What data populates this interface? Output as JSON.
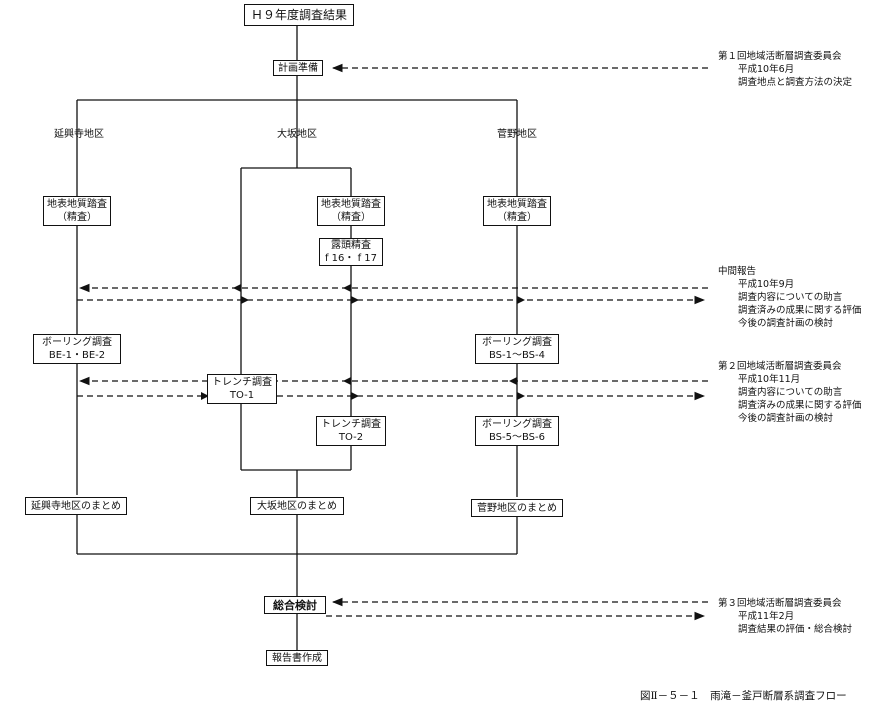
{
  "title": "Ｈ９年度調査結果",
  "nodes": {
    "plan": "計画準備",
    "area_enkoji": "延興寺地区",
    "area_osaka": "大坂地区",
    "area_sugano": "菅野地区",
    "survey_enkoji": [
      "地表地質踏査",
      "（精査）"
    ],
    "survey_osaka": [
      "地表地質踏査",
      "（精査）"
    ],
    "survey_sugano": [
      "地表地質踏査",
      "（精査）"
    ],
    "outcrop_osaka": [
      "露頭精査",
      "f 16・ f 17"
    ],
    "boring_enkoji": [
      "ボーリング調査",
      "BE-1・BE-2"
    ],
    "trench_to1": [
      "トレンチ調査",
      "TO-1"
    ],
    "boring_sugano_1": [
      "ボーリング調査",
      "BS-1～BS-4"
    ],
    "trench_to2": [
      "トレンチ調査",
      "TO-2"
    ],
    "boring_sugano_2": [
      "ボーリング調査",
      "BS-5～BS-6"
    ],
    "summary_enkoji": "延興寺地区のまとめ",
    "summary_osaka": "大坂地区のまとめ",
    "summary_sugano": "菅野地区のまとめ",
    "synthesis": "総合検討",
    "report": "報告書作成"
  },
  "notes": {
    "committee1": {
      "title": "第１回地域活断層調査委員会",
      "lines": [
        "平成10年6月",
        "調査地点と調査方法の決定"
      ]
    },
    "interim": {
      "title": "中間報告",
      "lines": [
        "平成10年9月",
        "調査内容についての助言",
        "調査済みの成果に関する評価",
        "今後の調査計画の検討"
      ]
    },
    "committee2": {
      "title": "第２回地域活断層調査委員会",
      "lines": [
        "平成10年11月",
        "調査内容についての助言",
        "調査済みの成果に関する評価",
        "今後の調査計画の検討"
      ]
    },
    "committee3": {
      "title": "第３回地域活断層調査委員会",
      "lines": [
        "平成11年2月",
        "調査結果の評価・総合検討"
      ]
    }
  },
  "caption": "図Ⅱ－５－１　雨滝－釜戸断層系調査フロー"
}
